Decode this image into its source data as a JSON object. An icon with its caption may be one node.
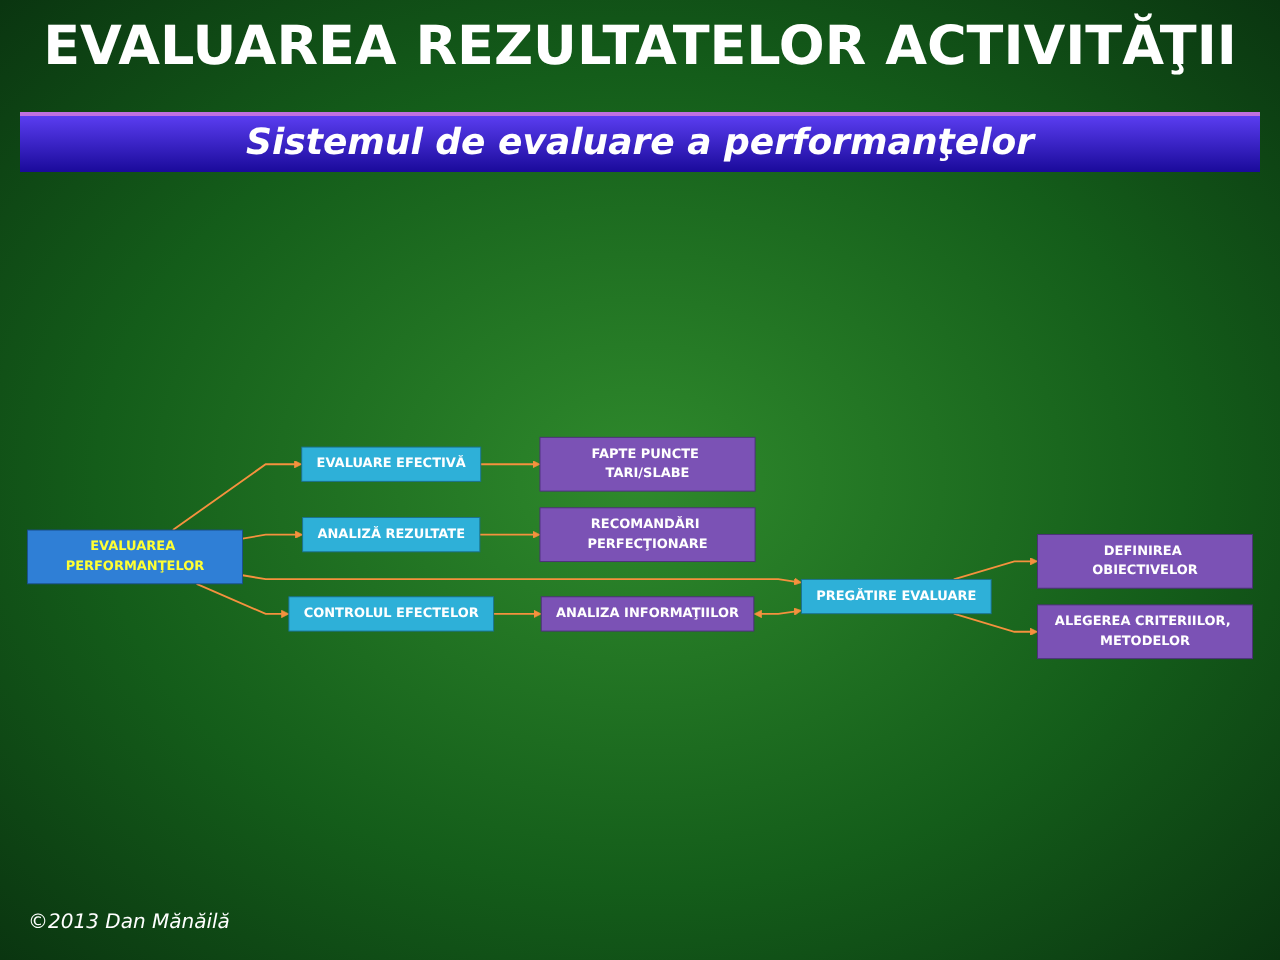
{
  "diagram": {
    "title": "EVALUAREA REZULTATELOR ACTIVITĂŢII",
    "nodes": [
      {
        "text": [
          "EVALUAREA PERFORMANŢELOR"
        ]
      },
      {
        "text": [
          "PREGĂTIRE EVALUARE"
        ]
      },
      {
        "text": [
          "DEFINIREA OBIECTIVELOR"
        ]
      },
      {
        "text": [
          "ALEGEREA CRITERIILOR, METODELOR"
        ]
      },
      {
        "text": [
          "EVALUARE EFECTIVĂ"
        ]
      },
      {
        "text": [
          "FAPTE PUNCTE TARI/SLABE"
        ]
      },
      {
        "text": [
          "ANALIZĂ REZULTATE"
        ]
      },
      {
        "text": [
          "RECOMANDĂRI PERFECŢIONARE"
        ]
      },
      {
        "text": [
          "CONTROLUL EFECTELOR"
        ]
      },
      {
        "text": [
          "ANALIZA INFORMAŢIILOR"
        ]
      }
    ],
    "edges": [
      {
        "from": 0,
        "to": 1,
        "arrow": "to"
      },
      {
        "from": 0,
        "to": 4,
        "arrow": "to"
      },
      {
        "from": 0,
        "to": 6,
        "arrow": "to"
      },
      {
        "from": 0,
        "to": 8,
        "arrow": "to"
      },
      {
        "from": 1,
        "to": 2,
        "arrow": "to"
      },
      {
        "from": 1,
        "to": 3,
        "arrow": "to"
      },
      {
        "from": 4,
        "to": 5,
        "arrow": "to"
      },
      {
        "from": 6,
        "to": 7,
        "arrow": "to"
      },
      {
        "from": 8,
        "to": 9,
        "arrow": "to"
      },
      {
        "from": 9,
        "to": 1,
        "arrow": "both"
      }
    ],
    "labels": [
      "Sistemul de evaluare a performanţelor",
      "©2013 Dan Mănăilă"
    ]
  }
}
